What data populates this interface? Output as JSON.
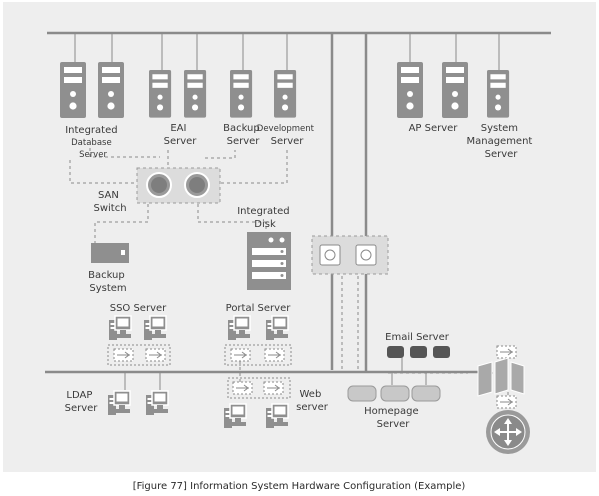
{
  "diagram": {
    "servers": {
      "integrated_db": [
        "Integrated",
        "Database",
        "Server"
      ],
      "eai": [
        "EAI",
        "Server"
      ],
      "backup": [
        "Backup",
        "Server"
      ],
      "development": [
        "Development",
        "Server"
      ],
      "ap": "AP Server",
      "system_mgmt": [
        "System",
        "Management",
        "Server"
      ]
    },
    "san_switch": [
      "SAN",
      "Switch"
    ],
    "integrated_disk": [
      "Integrated",
      "Disk"
    ],
    "backup_system": [
      "Backup",
      "System"
    ],
    "sso_server": "SSO Server",
    "portal_server": "Portal Server",
    "email_server": "Email Server",
    "ldap_server": [
      "LDAP",
      "Server"
    ],
    "web_server": [
      "Web",
      "server"
    ],
    "homepage_server": [
      "Homepage",
      "Server"
    ]
  },
  "caption": "[Figure 77] Information System Hardware Configuration (Example)",
  "colors": {
    "background": "#eeeeee",
    "line": "#8a8a8a",
    "icon": "#8f8f8f",
    "dark_box": "#555555"
  }
}
